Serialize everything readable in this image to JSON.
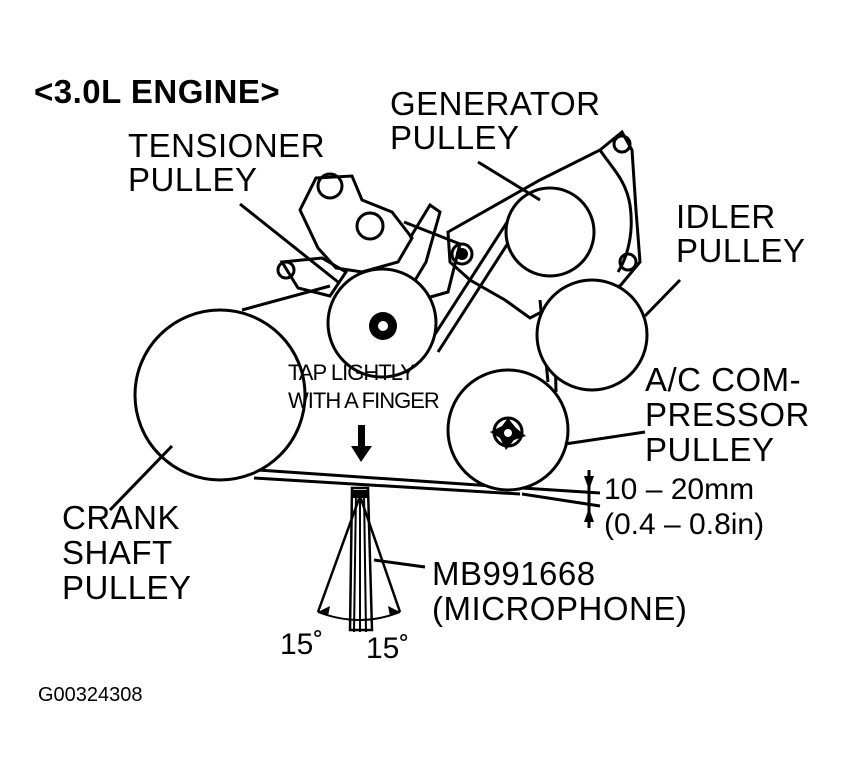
{
  "title": "<3.0L ENGINE>",
  "labels": {
    "generator_line1": "GENERATOR",
    "generator_line2": "PULLEY",
    "tensioner_line1": "TENSIONER",
    "tensioner_line2": "PULLEY",
    "idler_line1": "IDLER",
    "idler_line2": "PULLEY",
    "tap_line1": "TAP LIGHTLY",
    "tap_line2": "WITH A FINGER",
    "ac_line1": "A/C COM-",
    "ac_line2": "PRESSOR",
    "ac_line3": "PULLEY",
    "crank_line1": "CRANK",
    "crank_line2": "SHAFT",
    "crank_line3": "PULLEY",
    "deflection_mm": "10 – 20mm",
    "deflection_in": "(0.4 – 0.8in)",
    "tool_line1": "MB991668",
    "tool_line2": "(MICROPHONE)",
    "angle_left": "15˚",
    "angle_right": "15˚"
  },
  "figure_code": "G00324308"
}
